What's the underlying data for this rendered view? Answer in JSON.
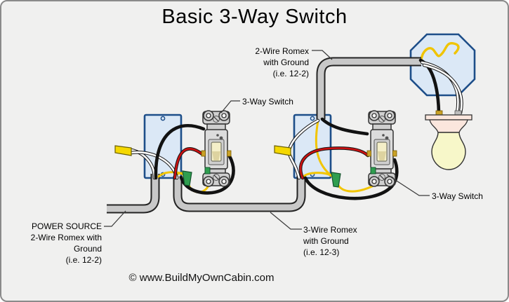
{
  "title": "Basic 3-Way Switch",
  "watermark": "© www.BuildMyOwnCabin.com",
  "labels": {
    "romex_to_light": {
      "lines": [
        "2-Wire Romex",
        "with Ground",
        "(i.e. 12-2)"
      ]
    },
    "switch1": "3-Way Switch",
    "switch2": "3-Way Switch",
    "power_source": {
      "lines": [
        "POWER SOURCE",
        "2-Wire Romex with",
        "Ground",
        "(i.e. 12-2)"
      ]
    },
    "romex_between": {
      "lines": [
        "3-Wire Romex",
        "with Ground",
        "(i.e. 12-3)"
      ]
    }
  },
  "colors": {
    "background": "#f0f0ef",
    "text": "#000000",
    "box_stroke": "#1d4e89",
    "box_fill": "#dbe8f6",
    "cable": "#c8c8c8",
    "wire_black": "#121212",
    "wire_red": "#cc1111",
    "wire_white": "#ffffff",
    "wire_yellow": "#f2c500",
    "wire_nut_green": "#2f9e4f",
    "wire_nut_yellow": "#f5d800",
    "toggle": "#f4efc8",
    "bulb": "#f7f7c9",
    "fixture": "#fbe6dd"
  }
}
